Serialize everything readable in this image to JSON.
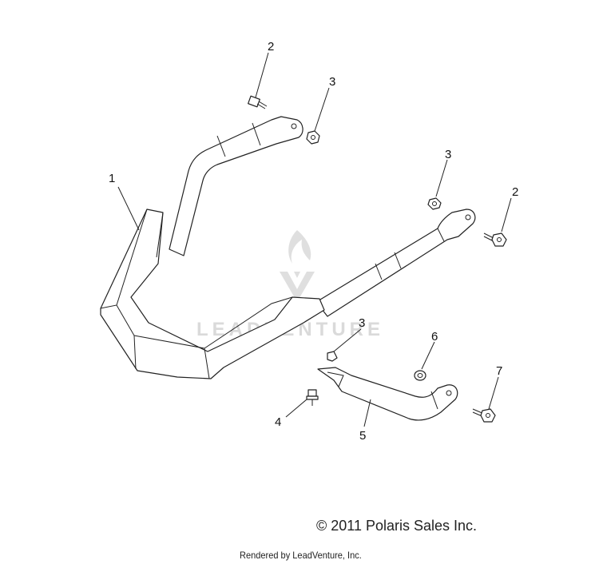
{
  "diagram": {
    "watermark": "LEADVENTURE",
    "callouts": [
      {
        "id": "c1",
        "label": "1"
      },
      {
        "id": "c2a",
        "label": "2"
      },
      {
        "id": "c3a",
        "label": "3"
      },
      {
        "id": "c3b",
        "label": "3"
      },
      {
        "id": "c2b",
        "label": "2"
      },
      {
        "id": "c3c",
        "label": "3"
      },
      {
        "id": "c6",
        "label": "6"
      },
      {
        "id": "c7",
        "label": "7"
      },
      {
        "id": "c4",
        "label": "4"
      },
      {
        "id": "c5",
        "label": "5"
      }
    ]
  },
  "footer": {
    "copyright": "© 2011 Polaris Sales Inc.",
    "rendered_by": "Rendered by LeadVenture, Inc."
  }
}
